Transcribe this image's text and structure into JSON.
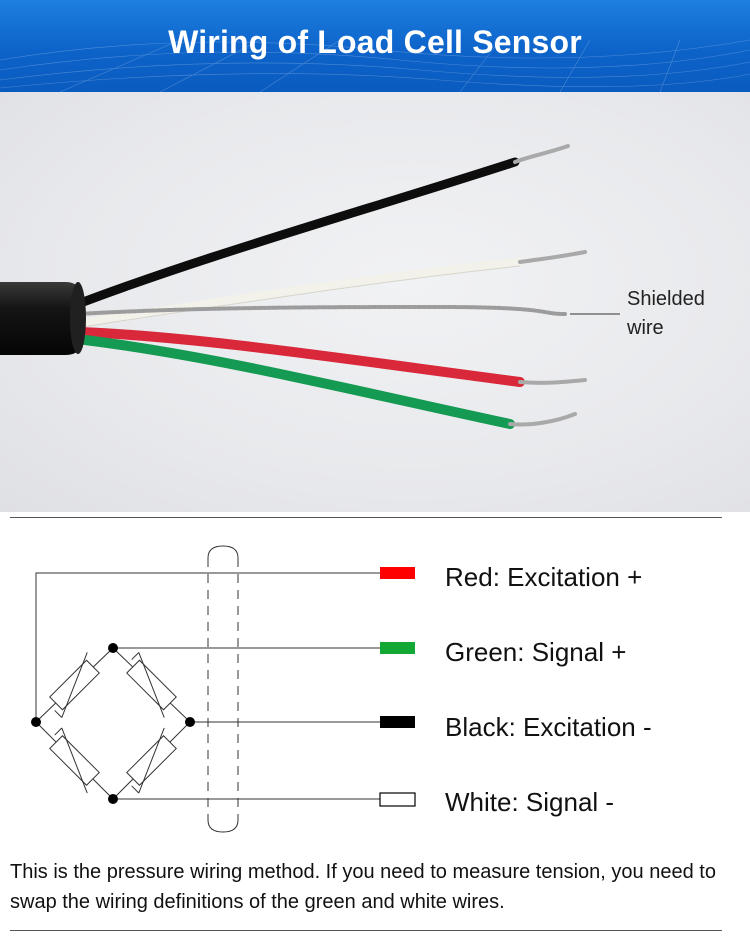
{
  "header": {
    "title": "Wiring of Load Cell Sensor"
  },
  "photo": {
    "shielded_label": "Shielded\nwire"
  },
  "wires": [
    {
      "color_name": "red",
      "swatch": "#ff0000",
      "label": "Red: Excitation +"
    },
    {
      "color_name": "green",
      "swatch": "#13a834",
      "label": "Green: Signal +"
    },
    {
      "color_name": "black",
      "swatch": "#000000",
      "label": "Black: Excitation -"
    },
    {
      "color_name": "white",
      "swatch": "#ffffff",
      "label": "White: Signal -"
    }
  ],
  "note": "This is the pressure wiring method. If you need to measure tension, you need to swap the wiring definitions of the green and white wires."
}
